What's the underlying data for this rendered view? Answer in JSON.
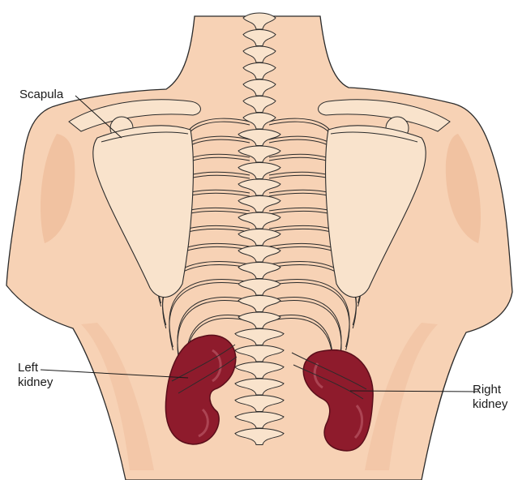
{
  "labels": {
    "scapula": "Scapula",
    "left_kidney": [
      "Left",
      "kidney"
    ],
    "right_kidney": [
      "Right",
      "kidney"
    ]
  },
  "colors": {
    "skin": "#f7d2b5",
    "skin_shadow": "#eebb98",
    "bone": "#f9e3cc",
    "outline": "#2b2b2b",
    "kidney": "#8e1b2c",
    "kidney_dark": "#5a0e1a",
    "kidney_highlight": "#c0606e"
  }
}
